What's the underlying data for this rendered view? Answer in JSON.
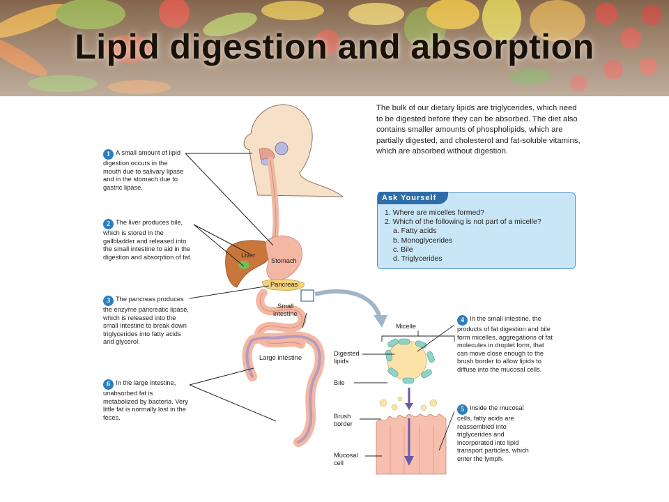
{
  "header": {
    "title": "Lipid digestion and absorption"
  },
  "intro": {
    "text": "The bulk of our dietary lipids are triglycerides, which need to be digested before they can be absorbed. The diet also contains smaller amounts of phospholipids, which are partially digested, and cholesterol and fat-soluble vitamins, which are absorbed without digestion."
  },
  "ask_yourself": {
    "heading": "Ask Yourself",
    "q1": "1. Where are micelles formed?",
    "q2": "2. Which of the following is not part of a micelle?",
    "a": "a. Fatty acids",
    "b": "b. Monoglycerides",
    "c": "c. Bile",
    "d": "d. Triglycerides"
  },
  "steps": {
    "s1": {
      "num": "1",
      "text": "A small amount of lipid digestion occurs in the mouth due to salivary lipase and in the stomach due to gastric lipase."
    },
    "s2": {
      "num": "2",
      "text": "The liver produces bile, which is stored in the gallbladder and released into the small intestine to aid in the digestion and absorption of fat."
    },
    "s3": {
      "num": "3",
      "text": "The pancreas produces the enzyme pancreatic lipase, which is released into the small intestine to break down triglycerides into fatty acids and glycerol."
    },
    "s4": {
      "num": "4",
      "text": "In the small intestine, the products of fat digestion and bile form micelles, aggregations of fat molecules in droplet form, that can move close enough to the brush border to allow lipids to diffuse into the mucosal cells."
    },
    "s5": {
      "num": "5",
      "text": "Inside the mucosal cells, fatty acids are reassembled into triglycerides and incorporated into lipid transport particles, which enter the lymph."
    },
    "s6": {
      "num": "6",
      "text": "In the large intestine, unabsorbed fat is metabolized by bacteria. Very little fat is normally lost in the feces."
    }
  },
  "organ_labels": {
    "liver": "Liver",
    "stomach": "Stomach",
    "pancreas": "Pancreas",
    "small_intestine_1": "Small",
    "small_intestine_2": "intestine",
    "large_intestine": "Large intestine"
  },
  "micelle_labels": {
    "micelle": "Micelle",
    "digested_lipids_1": "Digested",
    "digested_lipids_2": "lipids",
    "bile": "Bile",
    "brush_border_1": "Brush",
    "brush_border_2": "border",
    "mucosal_cell_1": "Mucosal",
    "mucosal_cell_2": "cell"
  },
  "colors": {
    "step_number": "#2b7fbf",
    "ask_box": "#c9e6f7",
    "ask_tab": "#2f6da8",
    "organ_pink": "#f3b7a3",
    "liver": "#c8763a",
    "pancreas": "#f2d27a",
    "micelle_core": "#fbe3a8",
    "bile_capsule": "#8fd3c7",
    "arrow": "#6a5ba8"
  }
}
